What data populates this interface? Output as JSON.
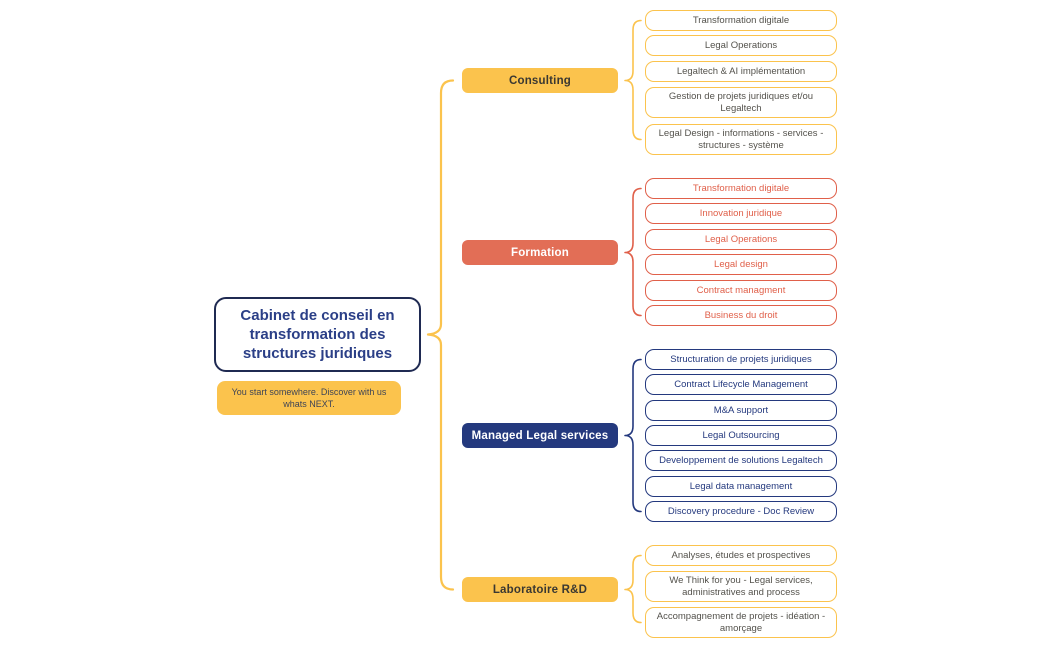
{
  "colors": {
    "yellow": "#FBC34D",
    "red": "#E0604A",
    "red_fill": "#E26E56",
    "blue": "#24397E",
    "navy_border": "#1F2A52",
    "root_text": "#2B3F87"
  },
  "root": {
    "title": "Cabinet de conseil en transformation des structures juridiques",
    "note": "You start somewhere. Discover with us whats NEXT."
  },
  "branches": [
    {
      "label": "Consulting",
      "color": "yellow",
      "children": [
        "Transformation digitale",
        "Legal Operations",
        "Legaltech & AI implémentation",
        "Gestion de projets juridiques et/ou Legaltech",
        "Legal Design - informations - services - structures - système"
      ]
    },
    {
      "label": "Formation",
      "color": "red",
      "children": [
        "Transformation digitale",
        "Innovation juridique",
        "Legal Operations",
        "Legal design",
        "Contract managment",
        "Business du droit"
      ]
    },
    {
      "label": "Managed Legal services",
      "color": "blue",
      "children": [
        "Structuration de projets juridiques",
        "Contract Lifecycle Management",
        "M&A support",
        "Legal Outsourcing",
        "Developpement de solutions Legaltech",
        "Legal data management",
        "Discovery procedure - Doc Review"
      ]
    },
    {
      "label": "Laboratoire R&D",
      "color": "yellow",
      "children": [
        "Analyses, études et prospectives",
        "We Think for you - Legal services, administratives and process",
        "Accompagnement de projets - idéation - amorçage"
      ]
    }
  ]
}
